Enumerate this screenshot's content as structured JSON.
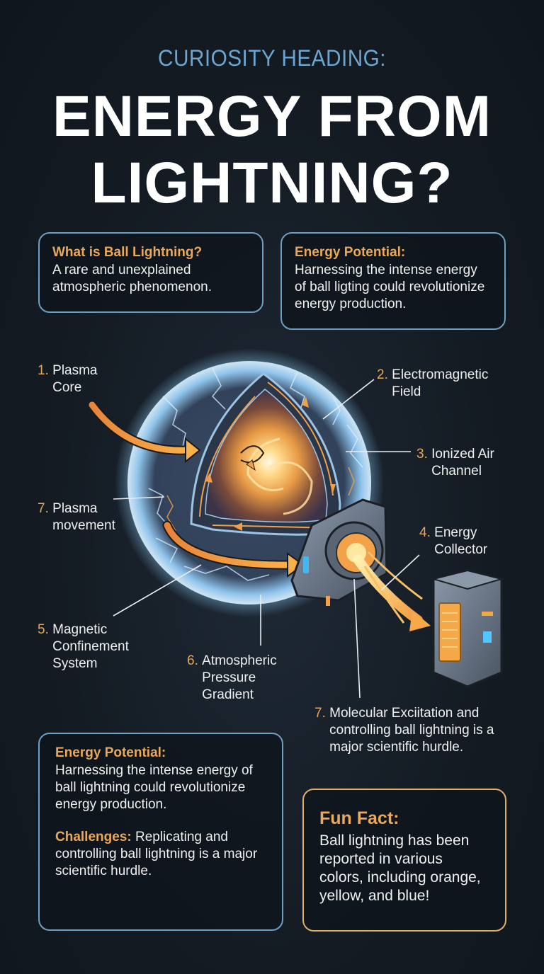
{
  "header": {
    "kicker": "CURIOSITY HEADING:",
    "title_line1": "ENERGY FROM",
    "title_line2": "LIGHTNING?"
  },
  "top_cards": [
    {
      "title": "What is Ball Lightning?",
      "body": "A rare and unexplained atmospheric phenomenon."
    },
    {
      "title": "Energy Potential:",
      "body": "Harnessing the intense energy of ball ligting could revolutionize energy production."
    }
  ],
  "diagram_labels": [
    {
      "num": "1.",
      "text": "Plasma Core"
    },
    {
      "num": "2.",
      "text": "Electromagnetic Field"
    },
    {
      "num": "3.",
      "text": "Ionized Air Channel"
    },
    {
      "num": "4.",
      "text": "Energy Collector"
    },
    {
      "num": "5.",
      "text": "Magnetic Confinement System"
    },
    {
      "num": "6.",
      "text": "Atmospheric Pressure Gradient"
    },
    {
      "num": "7.",
      "text": "Plasma movement"
    },
    {
      "num": "7.",
      "text": "Molecular Exciitation and controlling ball lightning is a major scientific hurdle."
    }
  ],
  "bottom_cards": {
    "left": {
      "title": "Energy Potential:",
      "body": "Harnessing the intense energy of ball lightning could revolutionize energy production.",
      "challenges_title": "Challenges:",
      "challenges_body": "Replicating and controlling ball lightning is a major scientific hurdle."
    },
    "right": {
      "title": "Fun Fact:",
      "body": "Ball lightning has been reported in various colors, including orange, yellow, and blue!"
    }
  },
  "colors": {
    "background": "#141b23",
    "kicker_blue": "#6aa6cf",
    "accent_orange": "#eaa85a",
    "card_border_blue": "#6f9fc3",
    "card_border_gold": "#e0b06a",
    "plasma_glow": "#ffd27a",
    "sphere_blue": "#bfe3ff"
  }
}
